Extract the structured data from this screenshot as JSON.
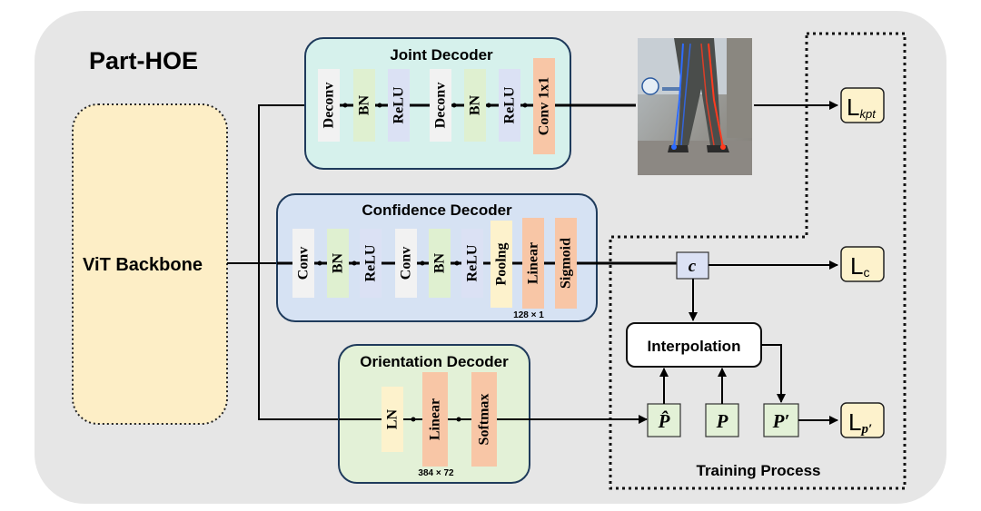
{
  "title": "Part-HOE",
  "backbone": {
    "label": "ViT Backbone"
  },
  "joint_decoder": {
    "title": "Joint Decoder",
    "layers": [
      "Deconv",
      "BN",
      "ReLU",
      "Deconv",
      "BN",
      "ReLU",
      "Conv 1x1"
    ]
  },
  "confidence_decoder": {
    "title": "Confidence Decoder",
    "layers": [
      "Conv",
      "BN",
      "ReLU",
      "Conv",
      "BN",
      "ReLU",
      "Poolng",
      "Linear",
      "Sigmoid"
    ],
    "dim_note": "128 × 1"
  },
  "orientation_decoder": {
    "title": "Orientation Decoder",
    "layers": [
      "LN",
      "Linear",
      "Softmax"
    ],
    "dim_note": "384 × 72"
  },
  "training": {
    "title": "Training Process",
    "interpolation": "Interpolation",
    "c_symbol": "c",
    "p_hat": "P̂",
    "p": "P",
    "p_prime": "P′"
  },
  "losses": {
    "kpt": {
      "main": "L",
      "sub": "kpt"
    },
    "c": {
      "main": "L",
      "sub": "c"
    },
    "p": {
      "main": "L",
      "sub": "p′"
    }
  },
  "colors": {
    "panel_bg": "#e6e6e6",
    "backbone_fill": "#fdeec6",
    "joint_fill": "#d6f1ec",
    "confidence_fill": "#d6e2f3",
    "orientation_fill": "#e3f1d7",
    "layer_white": "#f2f2f2",
    "layer_green": "#dff0d0",
    "layer_blue": "#dbe1f4",
    "layer_orange": "#f8c6a6",
    "layer_yellow": "#fdf2cc",
    "loss_fill": "#fdf2cc",
    "symbol_fill": "#e3f1d7",
    "c_fill": "#dbe1f4"
  }
}
